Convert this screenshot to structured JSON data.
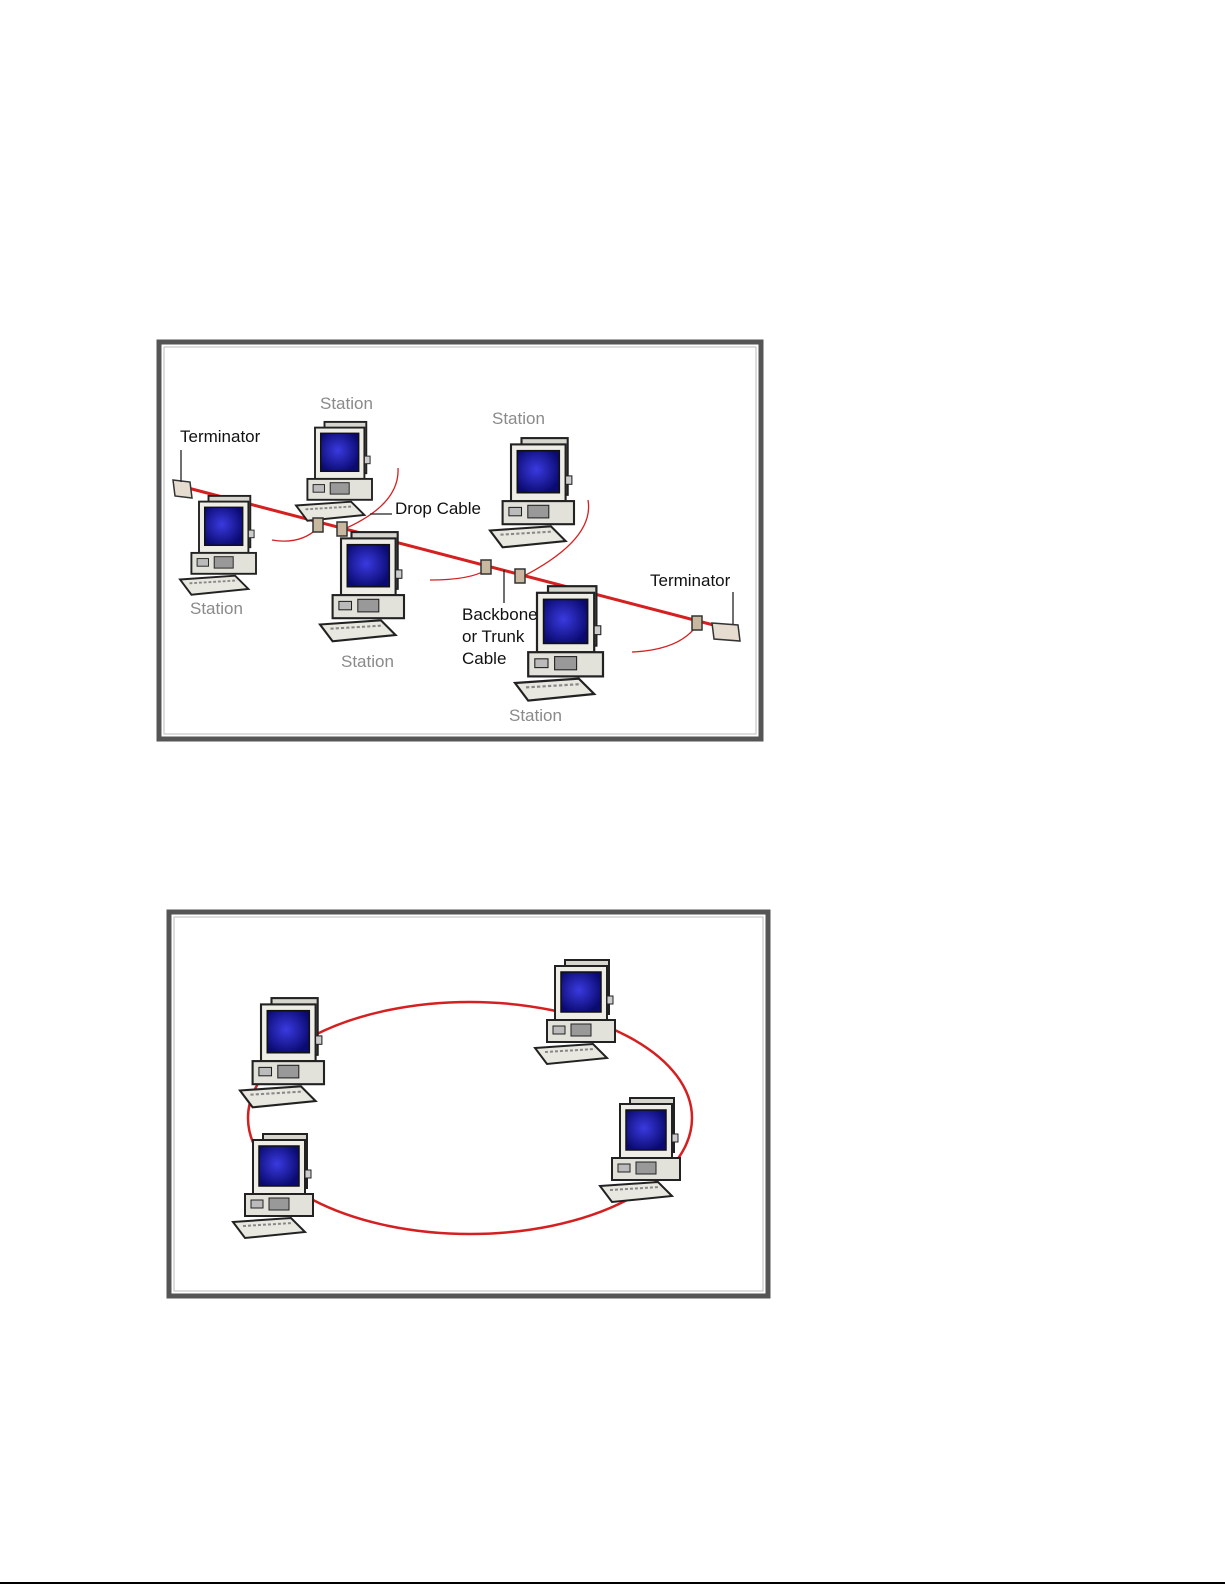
{
  "diagrams": [
    {
      "topology": "bus",
      "labels": {
        "station_top_left": "Station",
        "station_top_right": "Station",
        "station_left": "Station",
        "station_middle": "Station",
        "station_bottom_right": "Station",
        "terminator_left": "Terminator",
        "terminator_right": "Terminator",
        "drop_cable": "Drop Cable",
        "backbone_line1": "Backbone",
        "backbone_line2": "or Trunk",
        "backbone_line3": "Cable"
      }
    },
    {
      "topology": "ring",
      "station_count": 4
    }
  ],
  "colors": {
    "cable": "#d42020",
    "screen": "#1a1aa0",
    "frame": "#555555"
  }
}
